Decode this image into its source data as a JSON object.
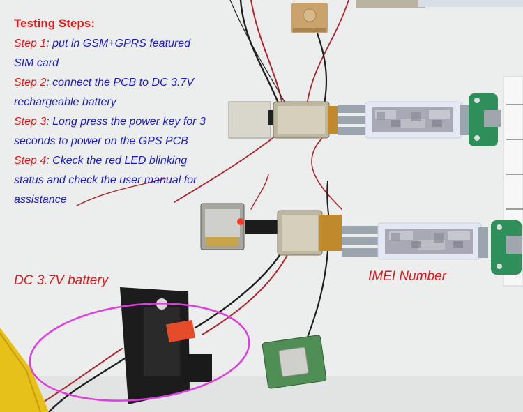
{
  "instructions": {
    "title": "Testing Steps:",
    "steps": [
      {
        "label": "Step 1",
        "text_line1": ": put in GSM+GPRS featured",
        "text_line2": "SIM card"
      },
      {
        "label": "Step 2",
        "text_line1": ": connect the PCB to DC 3.7V",
        "text_line2": "rechargeable battery"
      },
      {
        "label": "Step 3",
        "text_line1": ": Long press the power key for 3",
        "text_line2": "seconds to power on the GPS PCB"
      },
      {
        "label": "Step 4",
        "text_line1": ": Ckeck the red LED blinking",
        "text_line2": "status and check the user manual for"
      },
      {
        "text_line3": "assistance"
      }
    ]
  },
  "captions": {
    "battery": "DC 3.7V battery",
    "imei": "IMEI Number"
  },
  "colors": {
    "label_red": "#e8171b",
    "text_blue": "#1a1ad0",
    "highlight_ellipse": "#e03ce0",
    "background": "#eceeed"
  }
}
